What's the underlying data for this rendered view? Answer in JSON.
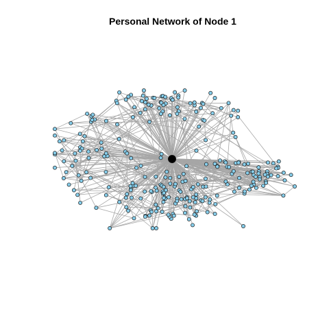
{
  "title": "Personal Network of Node 1",
  "chart_data": {
    "type": "network",
    "title": "Personal Network of Node 1",
    "layout": "ego-network",
    "center_node": "1",
    "node_count_estimate": 280,
    "colors": {
      "center_node": "#000000",
      "alter_nodes": "#87ceeb",
      "node_border": "#1a1a1a",
      "edges": "#a6a6a6",
      "background": "#ffffff"
    }
  }
}
